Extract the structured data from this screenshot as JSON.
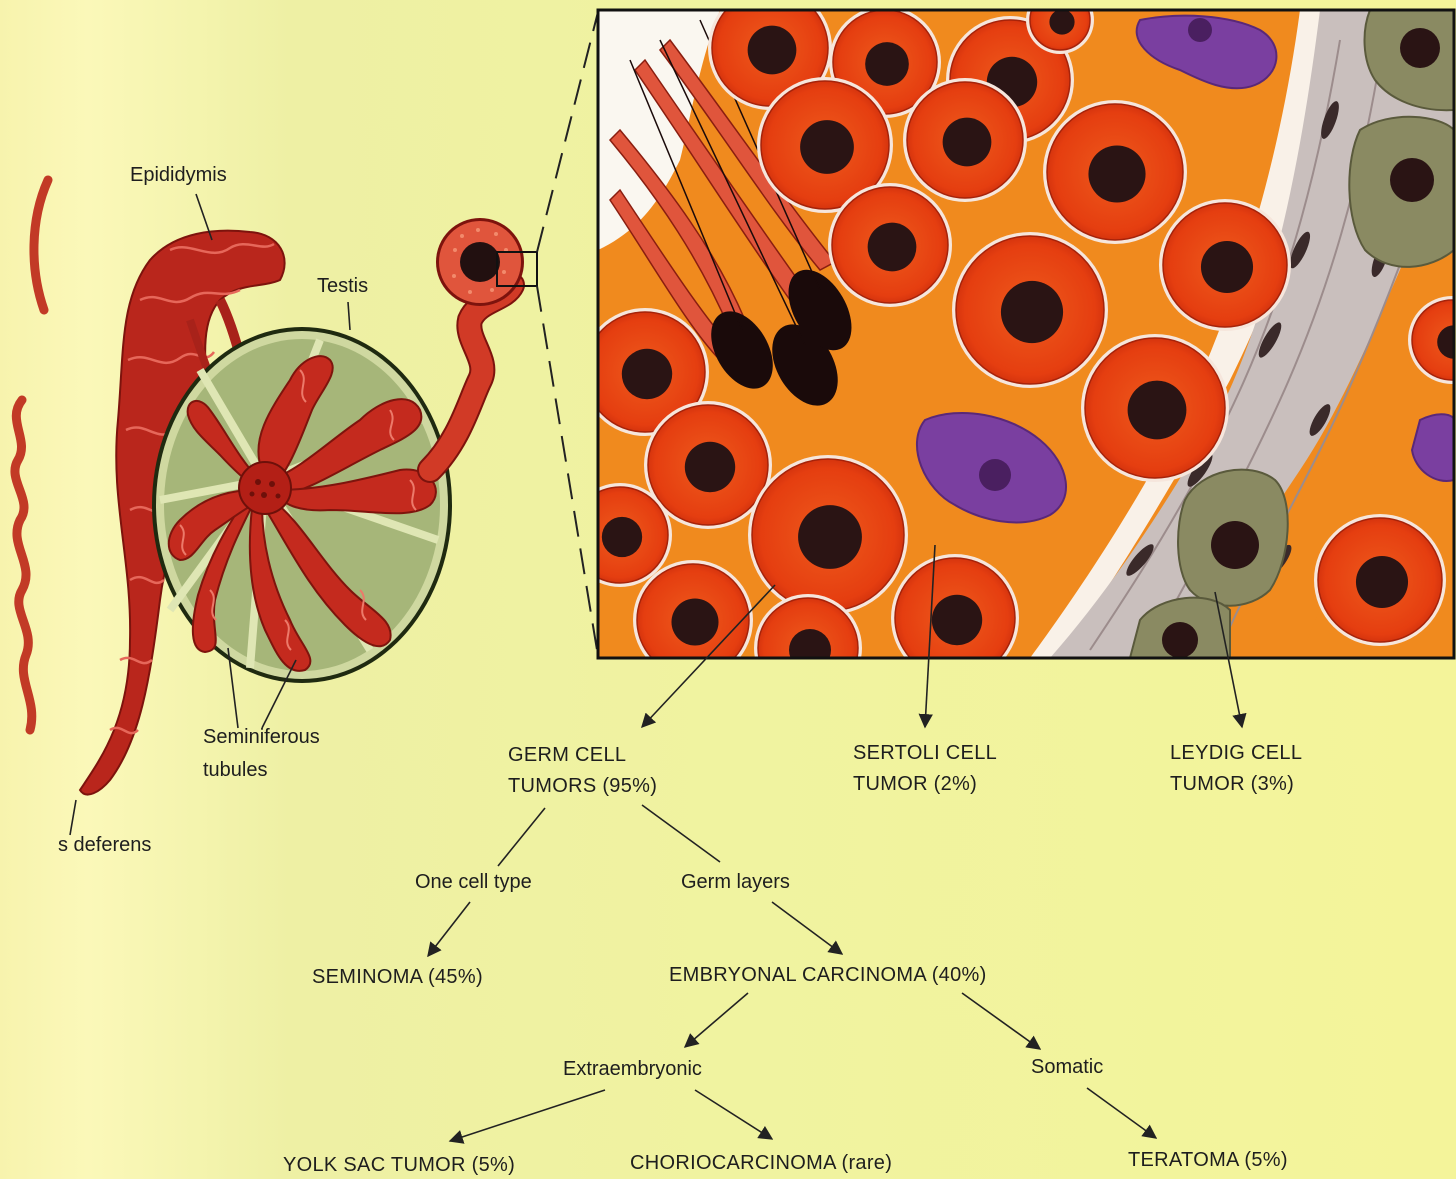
{
  "palette": {
    "background": "#f1f2a4",
    "tubule_red": "#c8281c",
    "cell_orange": "#e9440f",
    "nucleus": "#2a1414",
    "stroma": "#f08a1e",
    "interstitium": "#c9bfbd",
    "leydig": "#8a8a62",
    "macrophage": "#7a3fa0",
    "testis_green": "#a8b67c"
  },
  "labels": {
    "epididymis": "Epididymis",
    "testis": "Testis",
    "seminiferous_1": "Seminiferous",
    "seminiferous_2": "tubules",
    "vas_deferens": "s deferens"
  },
  "tree": {
    "germ_cell_1": "GERM CELL",
    "germ_cell_2": "TUMORS (95%)",
    "sertoli_1": "SERTOLI CELL",
    "sertoli_2": "TUMOR (2%)",
    "leydig_1": "LEYDIG CELL",
    "leydig_2": "TUMOR (3%)",
    "one_cell_type": "One cell type",
    "germ_layers": "Germ layers",
    "seminoma": "SEMINOMA (45%)",
    "embryonal": "EMBRYONAL CARCINOMA (40%)",
    "extraembryonic": "Extraembryonic",
    "somatic": "Somatic",
    "yolk_sac": "YOLK SAC TUMOR (5%)",
    "choriocarcinoma": "CHORIOCARCINOMA (rare)",
    "teratoma": "TERATOMA (5%)"
  }
}
